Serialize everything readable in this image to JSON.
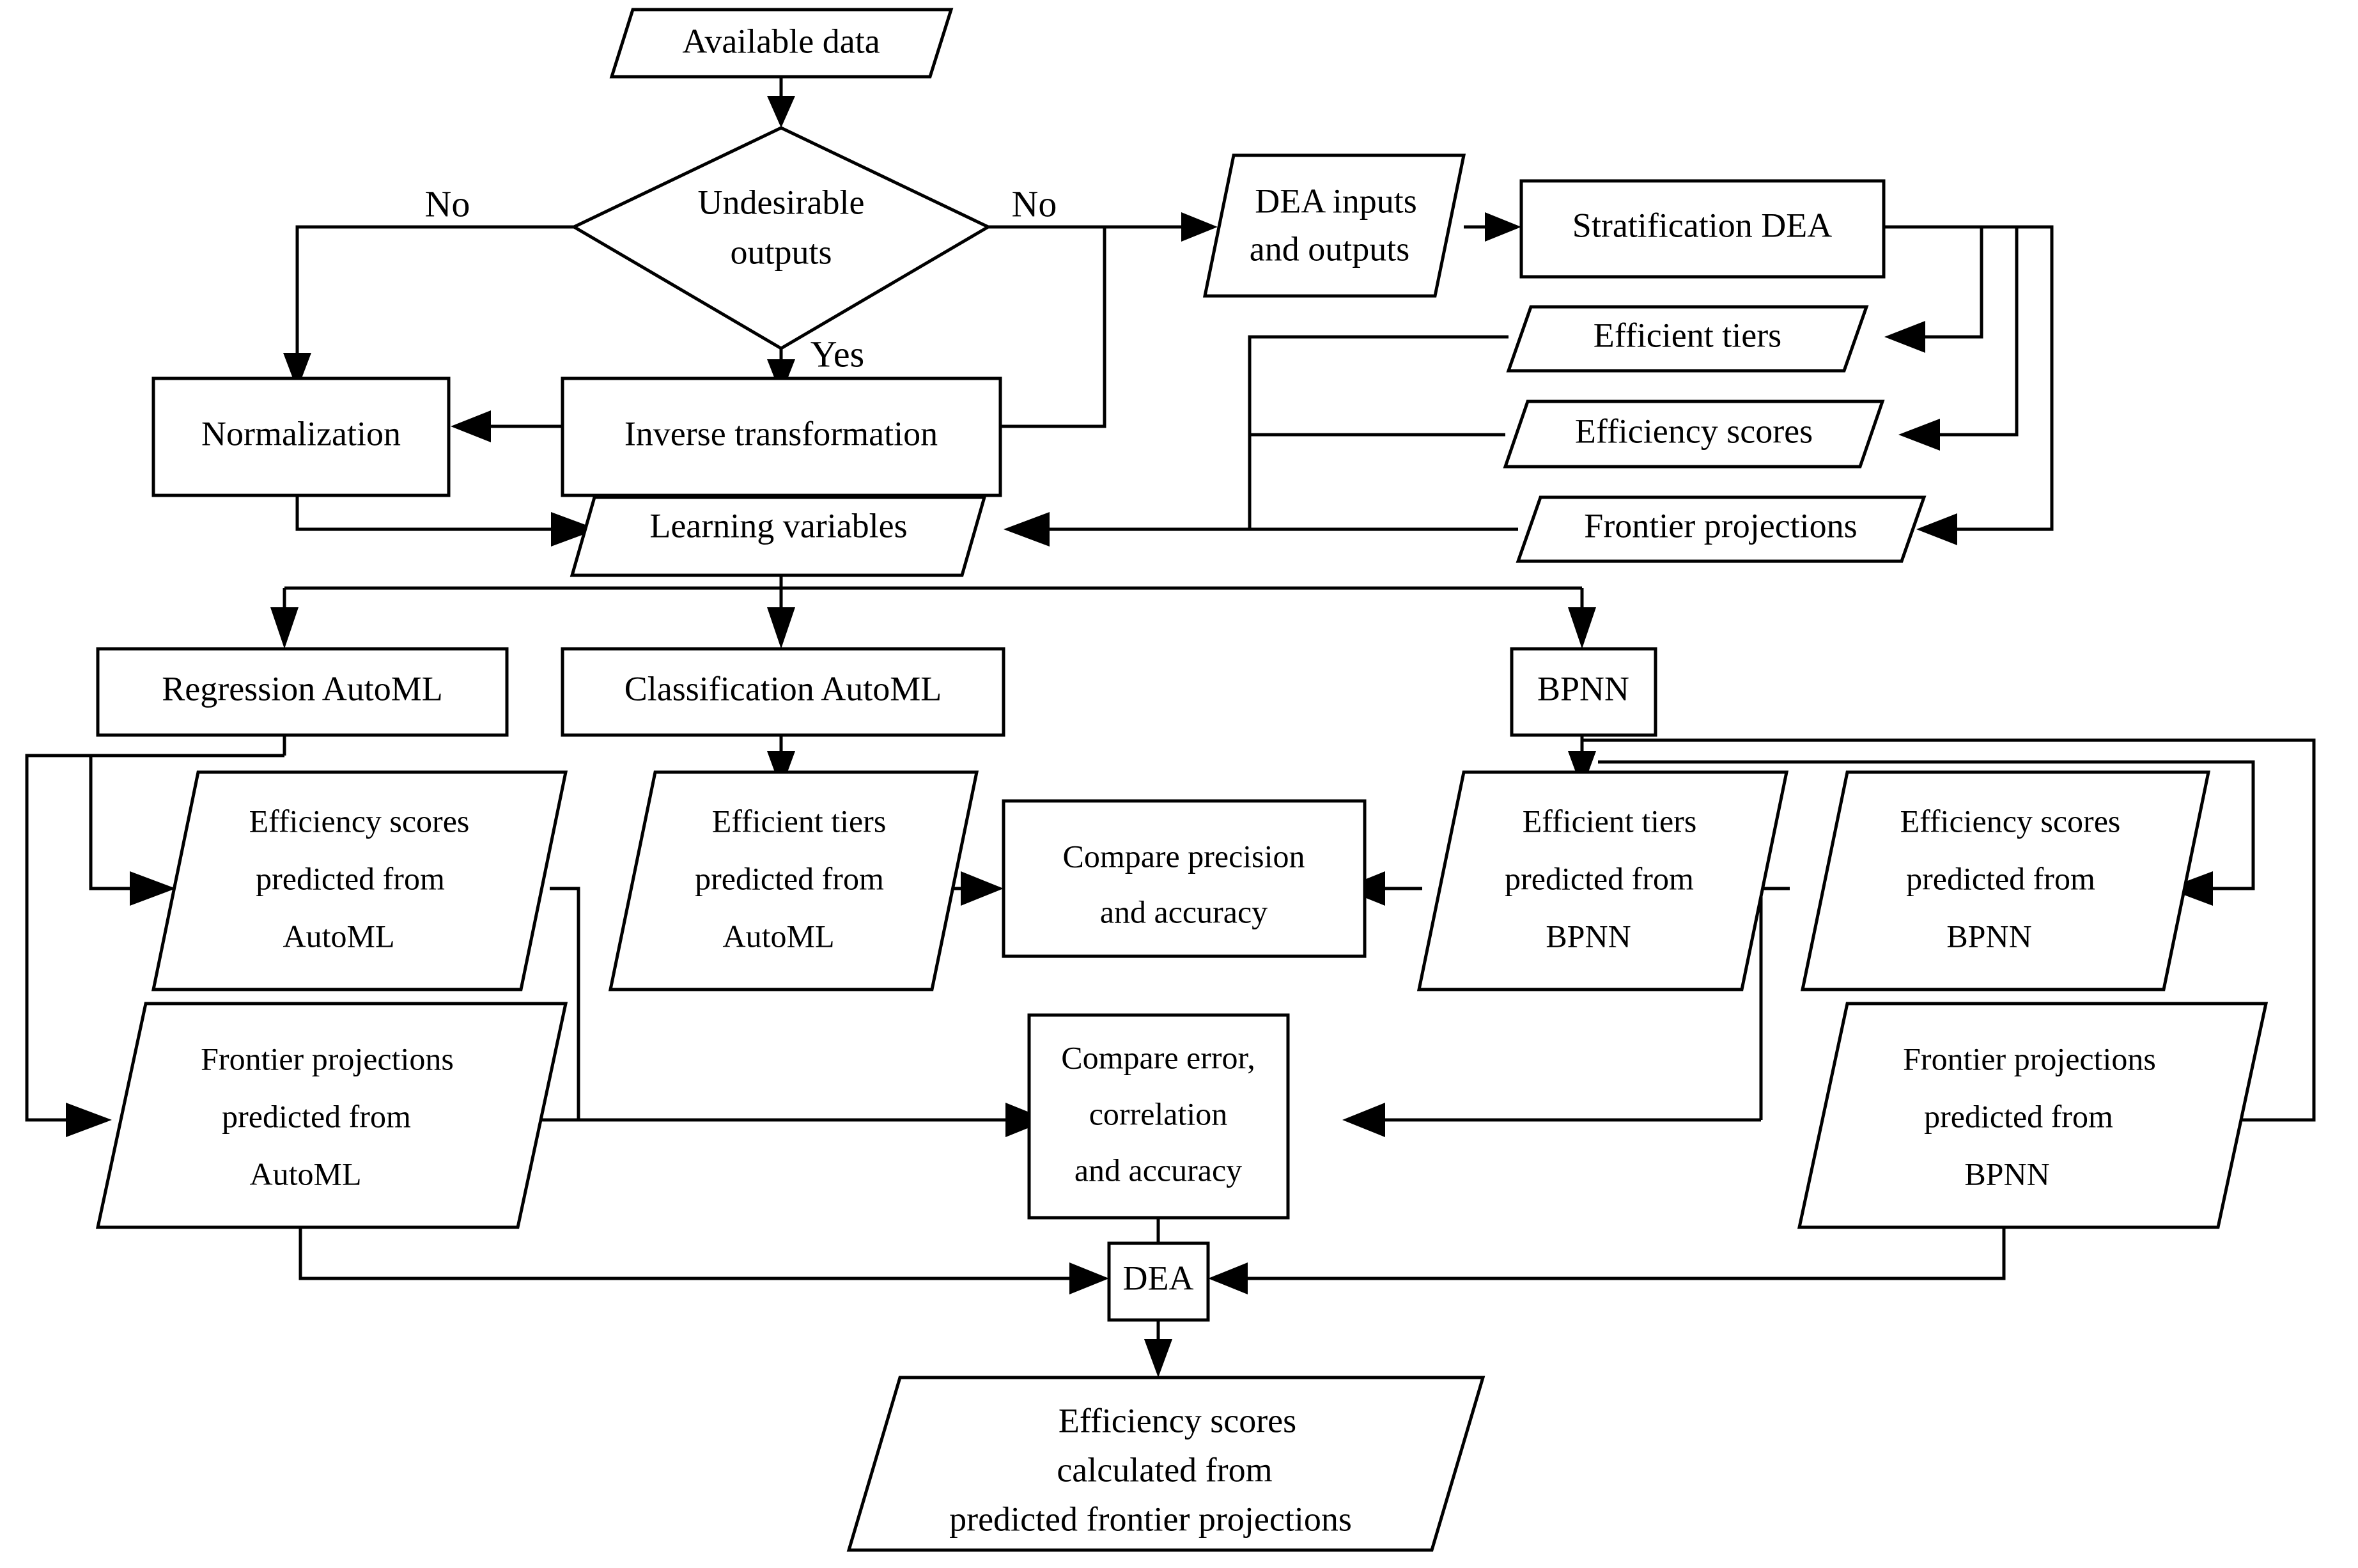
{
  "diagram": {
    "title": "DEA AutoML BPNN methodology flowchart",
    "background_color": "#ffffff",
    "line_color": "#000000",
    "shape_fill": "#ffffff"
  },
  "nodes": {
    "available_data": {
      "label": "Available data",
      "shape": "parallelogram"
    },
    "undesirable_outputs": {
      "label_line1": "Undesirable",
      "label_line2": "outputs",
      "shape": "diamond"
    },
    "dea_inputs_outputs": {
      "label_line1": "DEA inputs",
      "label_line2": "and outputs",
      "shape": "parallelogram"
    },
    "stratification_dea": {
      "label": "Stratification DEA",
      "shape": "rectangle"
    },
    "efficient_tiers": {
      "label": "Efficient tiers",
      "shape": "parallelogram"
    },
    "efficiency_scores": {
      "label": "Efficiency scores",
      "shape": "parallelogram"
    },
    "frontier_projections": {
      "label": "Frontier projections",
      "shape": "parallelogram"
    },
    "normalization": {
      "label": "Normalization",
      "shape": "rectangle"
    },
    "inverse_transformation": {
      "label": "Inverse transformation",
      "shape": "rectangle"
    },
    "learning_variables": {
      "label": "Learning variables",
      "shape": "parallelogram"
    },
    "regression_automl": {
      "label": "Regression AutoML",
      "shape": "rectangle"
    },
    "classification_automl": {
      "label": "Classification AutoML",
      "shape": "rectangle"
    },
    "bpnn": {
      "label": "BPNN",
      "shape": "rectangle"
    },
    "eff_scores_automl": {
      "line1": "Efficiency scores",
      "line2": "predicted from",
      "line3": "AutoML",
      "shape": "parallelogram"
    },
    "eff_tiers_automl": {
      "line1": "Efficient tiers",
      "line2": "predicted from",
      "line3": "AutoML",
      "shape": "parallelogram"
    },
    "compare_precision": {
      "line1": "Compare precision",
      "line2": "and accuracy",
      "shape": "rectangle"
    },
    "eff_tiers_bpnn": {
      "line1": "Efficient tiers",
      "line2": "predicted from",
      "line3": "BPNN",
      "shape": "parallelogram"
    },
    "eff_scores_bpnn": {
      "line1": "Efficiency scores",
      "line2": "predicted from",
      "line3": "BPNN",
      "shape": "parallelogram"
    },
    "frontier_proj_automl": {
      "line1": "Frontier projections",
      "line2": "predicted from",
      "line3": "AutoML",
      "shape": "parallelogram"
    },
    "compare_error": {
      "line1": "Compare error,",
      "line2": "correlation",
      "line3": "and accuracy",
      "shape": "rectangle"
    },
    "frontier_proj_bpnn": {
      "line1": "Frontier projections",
      "line2": "predicted from",
      "line3": "BPNN",
      "shape": "parallelogram"
    },
    "dea_final": {
      "label": "DEA",
      "shape": "rectangle"
    },
    "final_output": {
      "line1": "Efficiency scores",
      "line2": "calculated from",
      "line3": "predicted frontier projections",
      "shape": "parallelogram"
    }
  },
  "edge_labels": {
    "no_left": "No",
    "no_right": "No",
    "yes": "Yes"
  }
}
